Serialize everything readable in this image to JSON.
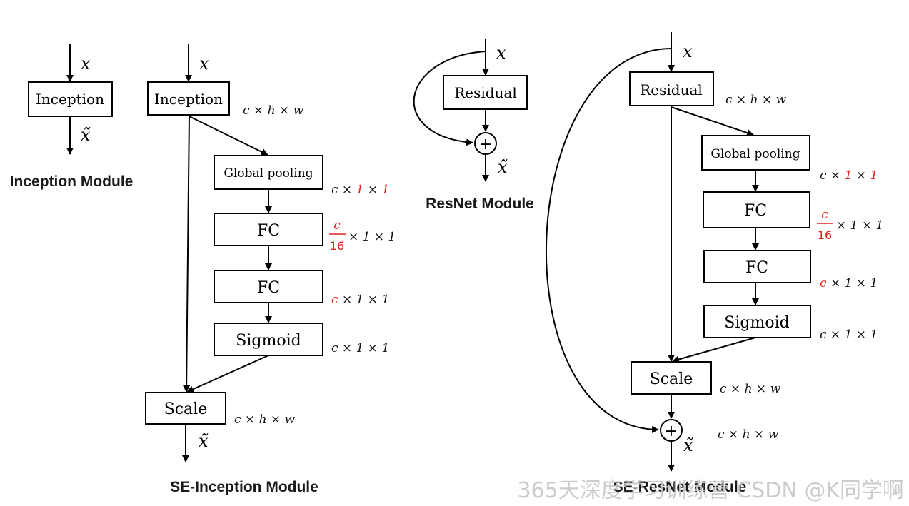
{
  "colors": {
    "accent_red": "#e02020",
    "line": "#000000"
  },
  "symbols": {
    "x": "x",
    "x_tilde": "x̃",
    "plus": "+"
  },
  "labels": {
    "inception": "Inception",
    "residual": "Residual",
    "global_pooling": "Global pooling",
    "fc": "FC",
    "sigmoid": "Sigmoid",
    "scale": "Scale"
  },
  "dims": {
    "chw": "c × h × w",
    "c": "c",
    "c11_lead": "c ×",
    "one": "1",
    "times": "×",
    "times_one_one": "× 1 × 1",
    "c_over_16_num": "c",
    "c_over_16_den": "16",
    "c_times_1_1": "c × 1 × 1"
  },
  "captions": {
    "inception_module": "Inception Module",
    "se_inception_module": "SE-Inception Module",
    "resnet_module": "ResNet Module",
    "se_resnet_module": "SE-ResNet Module"
  },
  "watermark": "365天深度学习训练营 CSDN @K同学啊"
}
